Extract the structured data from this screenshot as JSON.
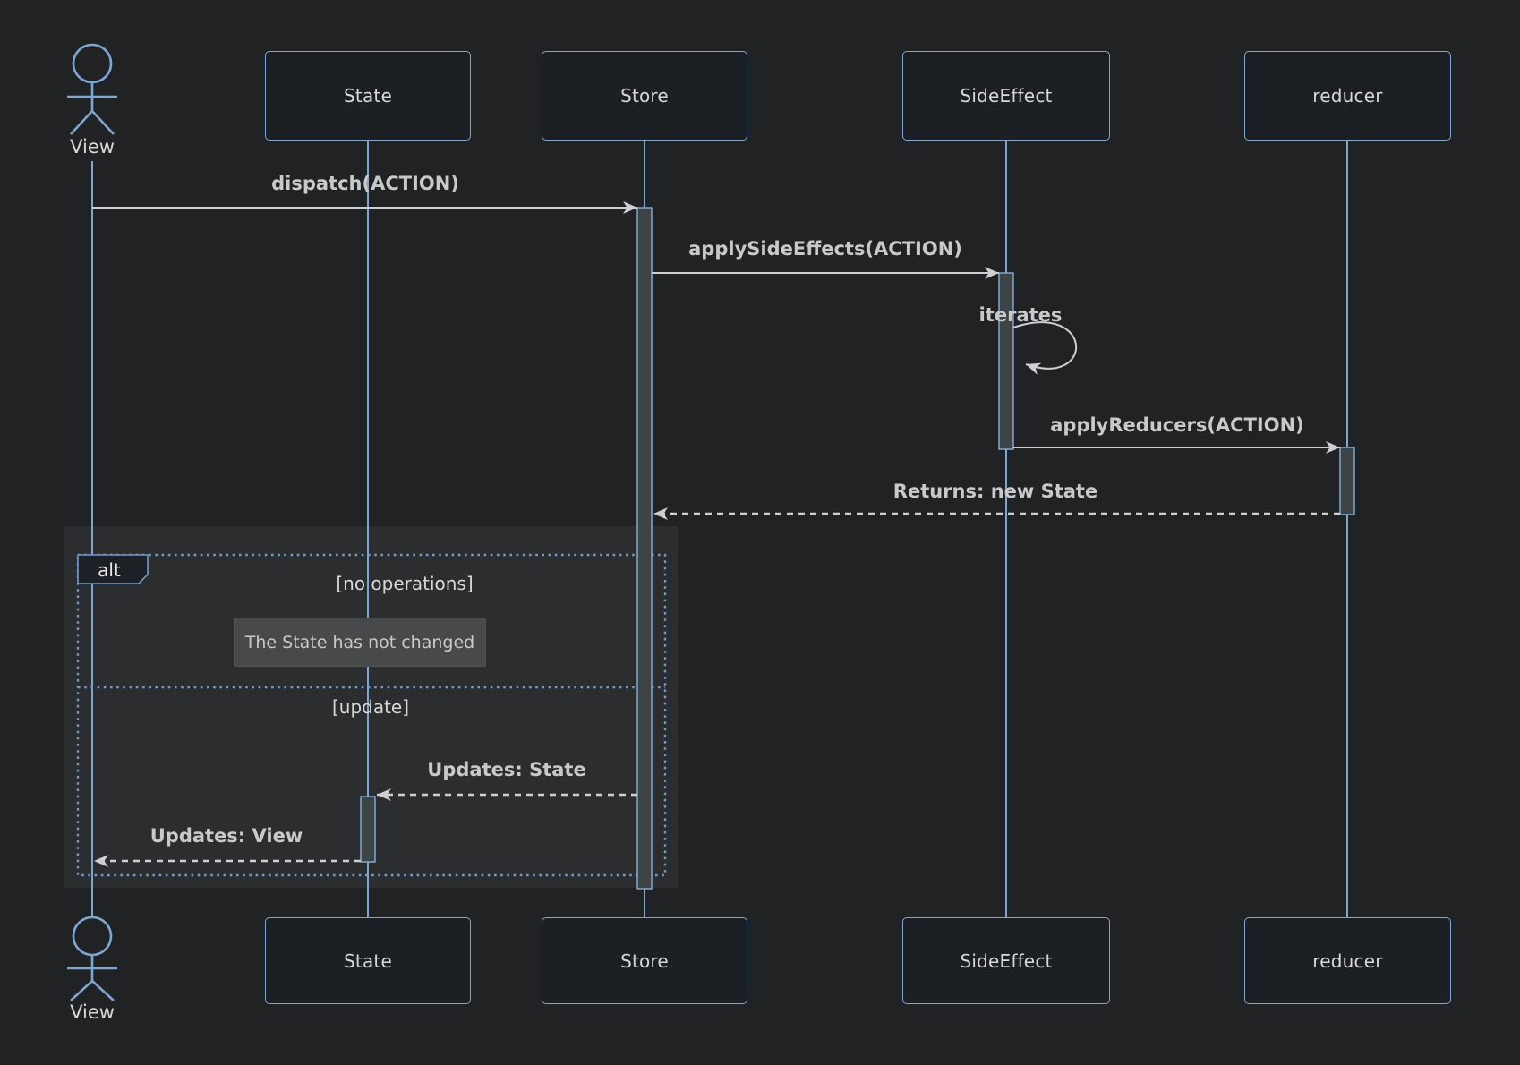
{
  "colors": {
    "background": "#212223",
    "participant_fill": "#1c1f23",
    "accent_blue": "#7ca7d4",
    "frame_blue": "#6d9dd1",
    "message_line": "#cfcfcf",
    "message_text": "#c9c9c9",
    "activation_fill": "#3e4346",
    "note_fill": "#47494b",
    "highlight_fill": "#2b2d2f"
  },
  "diagram": {
    "type": "sequence-diagram",
    "participants": [
      {
        "id": "view",
        "type": "actor",
        "label": "View"
      },
      {
        "id": "state",
        "type": "participant",
        "label": "State"
      },
      {
        "id": "store",
        "type": "participant",
        "label": "Store"
      },
      {
        "id": "sideEffect",
        "type": "participant",
        "label": "SideEffect"
      },
      {
        "id": "reducer",
        "type": "participant",
        "label": "reducer"
      }
    ],
    "messages": [
      {
        "from": "View",
        "to": "Store",
        "label": "dispatch(ACTION)",
        "line": "solid"
      },
      {
        "from": "Store",
        "to": "SideEffect",
        "label": "applySideEffects(ACTION)",
        "line": "solid"
      },
      {
        "from": "SideEffect",
        "to": "SideEffect",
        "label": "iterates",
        "line": "self-loop"
      },
      {
        "from": "SideEffect",
        "to": "reducer",
        "label": "applyReducers(ACTION)",
        "line": "solid"
      },
      {
        "from": "reducer",
        "to": "Store",
        "label": "Returns: new State",
        "line": "dashed"
      },
      {
        "from": "Store",
        "to": "State",
        "label": "Updates: State",
        "line": "dashed"
      },
      {
        "from": "State",
        "to": "View",
        "label": "Updates: View",
        "line": "dashed"
      }
    ],
    "alt": {
      "operator": "alt",
      "guards": [
        "[no operations]",
        "[update]"
      ]
    },
    "note": {
      "text": "The State has not changed"
    }
  }
}
